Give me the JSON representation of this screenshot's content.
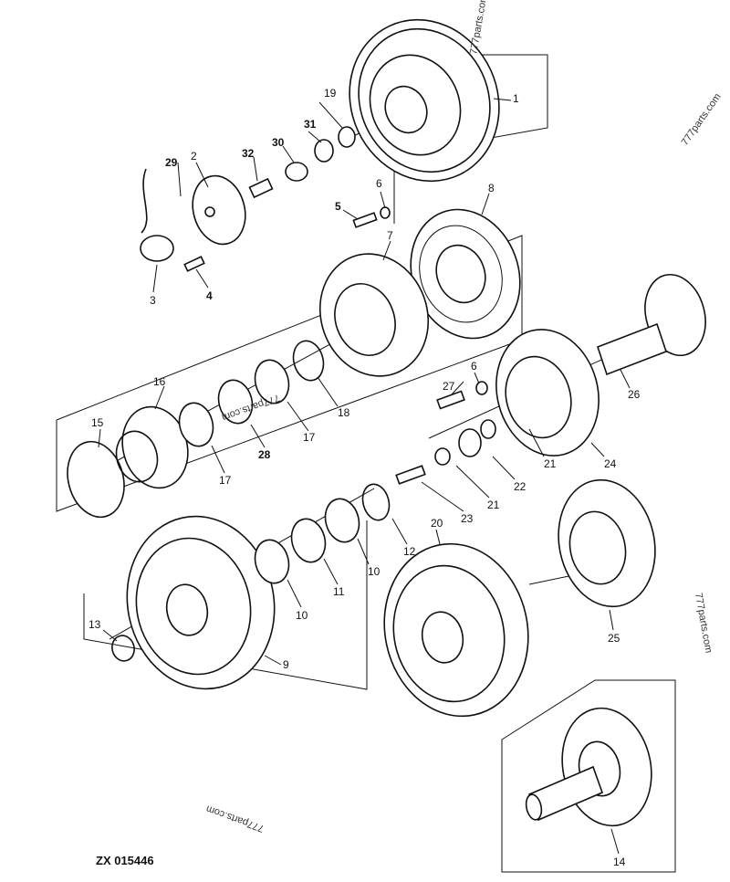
{
  "diagram_code": "ZX 015446",
  "watermark": "777parts.com",
  "parts": {
    "p1": "1",
    "p2": "2",
    "p3": "3",
    "p4": "4",
    "p5": "5",
    "p6a": "6",
    "p6b": "6",
    "p7": "7",
    "p8": "8",
    "p9": "9",
    "p10a": "10",
    "p10b": "10",
    "p11": "11",
    "p12": "12",
    "p13": "13",
    "p14": "14",
    "p15": "15",
    "p16": "16",
    "p17a": "17",
    "p17b": "17",
    "p18": "18",
    "p19": "19",
    "p20": "20",
    "p21a": "21",
    "p21b": "21",
    "p22": "22",
    "p23": "23",
    "p24": "24",
    "p25": "25",
    "p26": "26",
    "p27": "27",
    "p28": "28",
    "p29": "29",
    "p30": "30",
    "p31": "31",
    "p32": "32"
  }
}
